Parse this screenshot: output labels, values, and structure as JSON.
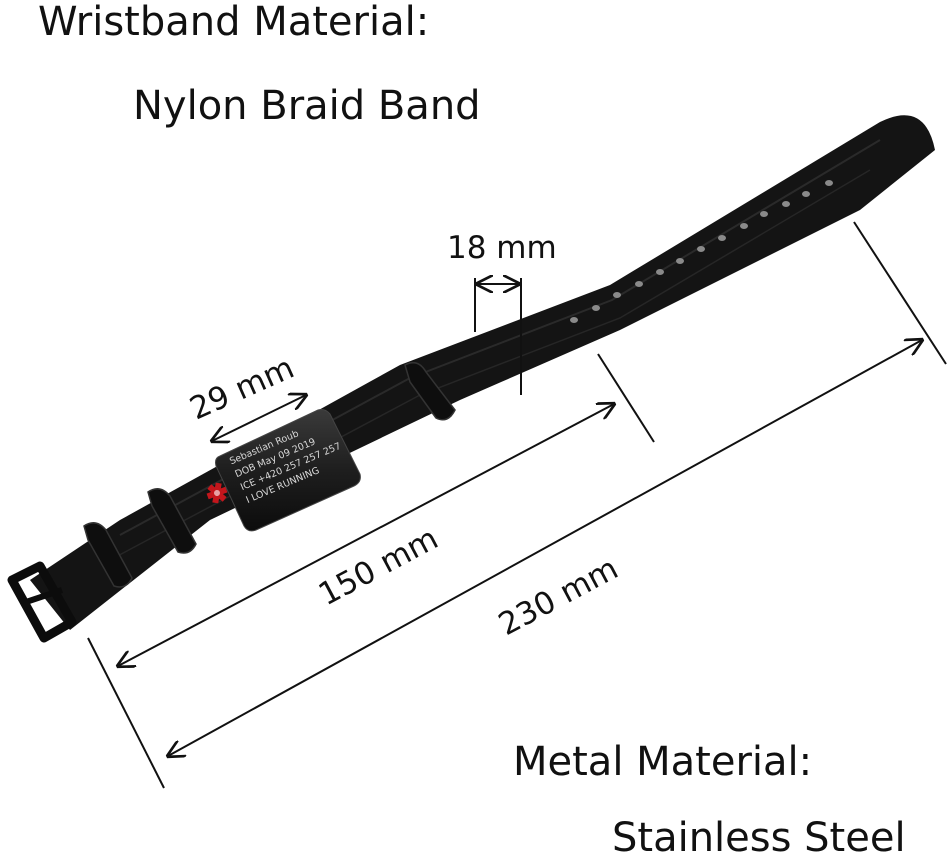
{
  "wristband": {
    "heading": "Wristband Material:",
    "value": "Nylon Braid Band"
  },
  "metal": {
    "heading": "Metal Material:",
    "value": "Stainless Steel"
  },
  "dimensions": {
    "width_band": "18 mm",
    "width_plate": "29 mm",
    "length_plate_to_buckle": "150 mm",
    "length_total": "230 mm"
  },
  "engraving": {
    "lines": [
      "Sebastian Roub",
      "DOB May 09 2019",
      "ICE +420 257 257 257",
      "I LOVE RUNNING"
    ]
  },
  "colors": {
    "band": "#141414",
    "plate": "#1e1e1e",
    "medical_symbol": "#c4161c",
    "text": "#111111"
  }
}
